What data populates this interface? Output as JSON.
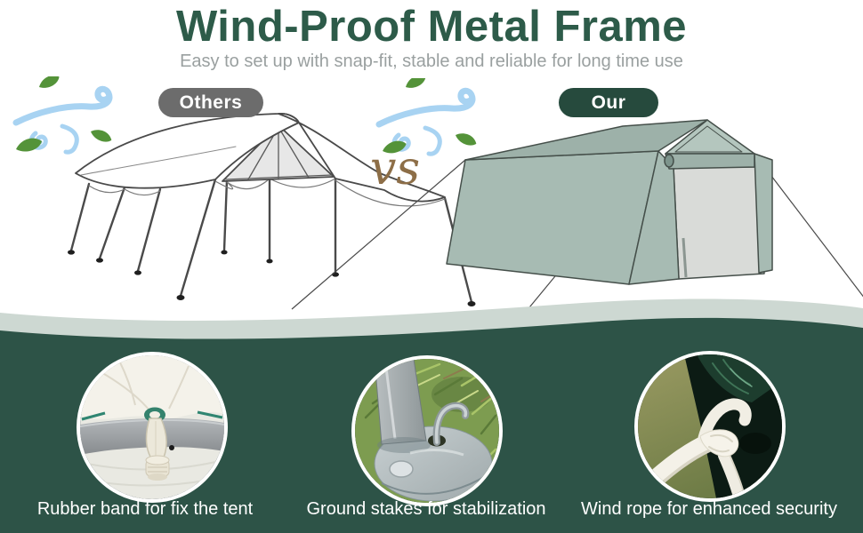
{
  "header": {
    "title": "Wind-Proof Metal Frame",
    "subtitle": "Easy to set up with snap-fit, stable and reliable for long time use"
  },
  "comparison": {
    "others_label": "Others",
    "vs_label": "vs",
    "our_label": "Our",
    "others_illustration": "white line-drawn open carport canopy with thin legs",
    "our_illustration": "green enclosed shed tent with guy ropes and rolled front door"
  },
  "features": [
    {
      "caption": "Rubber band for fix the tent",
      "photo": "rubber band with toggle fixing tent fabric to a grey frame pole"
    },
    {
      "caption": "Ground stakes for stabilization",
      "photo": "metal ground stake through pole foot plate on grass"
    },
    {
      "caption": "Wind rope for enhanced security",
      "photo": "white wind rope knotted around dark green tarp"
    }
  ],
  "colors": {
    "title_green": "#2d5b49",
    "subtitle_gray": "#9aa0a0",
    "others_badge_gray": "#6c6c6c",
    "our_badge_green": "#264a3d",
    "vs_brown": "#8d6e47",
    "section_green": "#2d5347",
    "wave_sage": "#cdd8d2",
    "tent_sage": "#a7bbb3",
    "tent_sage_dark": "#9db1a9",
    "tent_sage_light": "#b4c6be",
    "door_gray": "#d9dbd8",
    "wind_blue": "#a8d3f2",
    "leaf_green": "#549339",
    "caption_white": "#ffffff",
    "outline_dark": "#454f4a"
  }
}
